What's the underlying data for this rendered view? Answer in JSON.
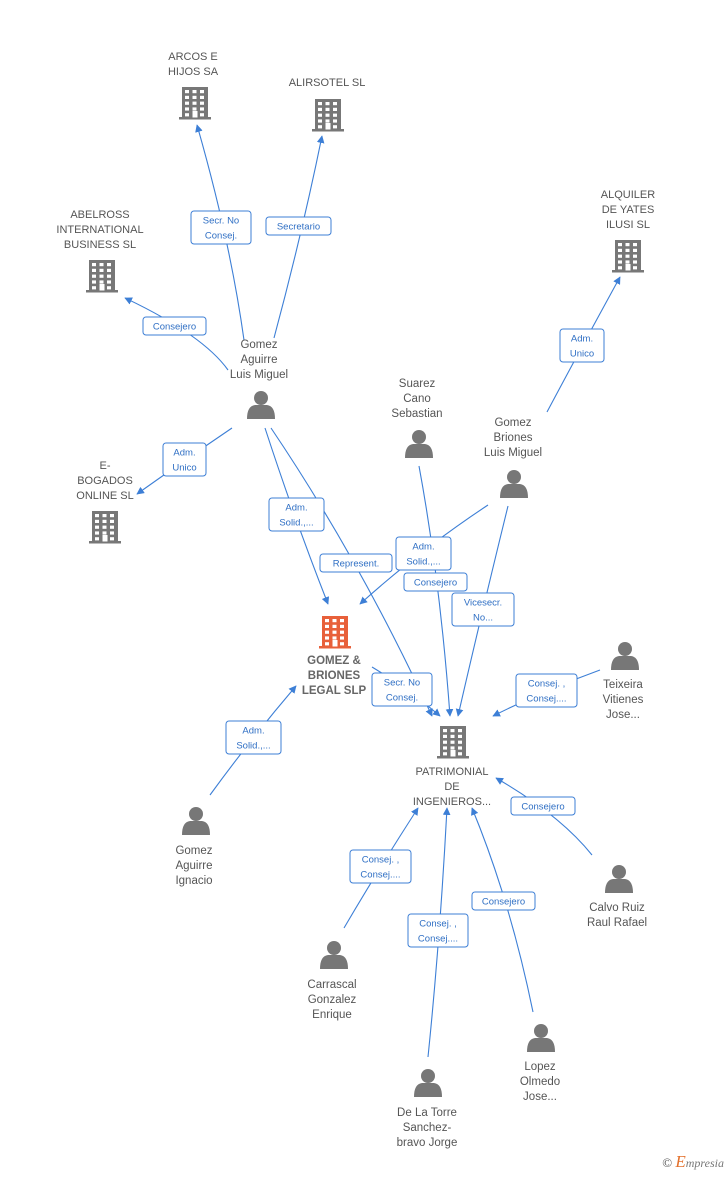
{
  "colors": {
    "edge": "#3d7fd6",
    "icon": "#777777",
    "main_company": "#e8603a"
  },
  "nodes": {
    "arcos": {
      "label": [
        "ARCOS E",
        "HIJOS SA"
      ],
      "kind": "company"
    },
    "alirsotel": {
      "label": [
        "ALIRSOTEL SL"
      ],
      "kind": "company"
    },
    "abelross": {
      "label": [
        "ABELROSS",
        "INTERNATIONAL",
        "BUSINESS SL"
      ],
      "kind": "company"
    },
    "alquiler": {
      "label": [
        "ALQUILER",
        "DE YATES",
        "ILUSI SL"
      ],
      "kind": "company"
    },
    "ebogados": {
      "label": [
        "E-",
        "BOGADOS",
        "ONLINE  SL"
      ],
      "kind": "company"
    },
    "gomez_briones_legal": {
      "label": [
        "GOMEZ &",
        "BRIONES",
        "LEGAL  SLP"
      ],
      "kind": "main"
    },
    "patrimonial": {
      "label": [
        "PATRIMONIAL",
        "DE",
        "INGENIEROS..."
      ],
      "kind": "company"
    },
    "gomez_aguirre_luis": {
      "label": [
        "Gomez",
        "Aguirre",
        "Luis Miguel"
      ],
      "kind": "person"
    },
    "suarez": {
      "label": [
        "Suarez",
        "Cano",
        "Sebastian"
      ],
      "kind": "person"
    },
    "gomez_briones_luis": {
      "label": [
        "Gomez",
        "Briones",
        "Luis Miguel"
      ],
      "kind": "person"
    },
    "teixeira": {
      "label": [
        "Teixeira",
        "Vitienes",
        "Jose..."
      ],
      "kind": "person"
    },
    "gomez_aguirre_ignacio": {
      "label": [
        "Gomez",
        "Aguirre",
        "Ignacio"
      ],
      "kind": "person"
    },
    "calvo": {
      "label": [
        "Calvo Ruiz",
        "Raul Rafael"
      ],
      "kind": "person"
    },
    "carrascal": {
      "label": [
        "Carrascal",
        "Gonzalez",
        "Enrique"
      ],
      "kind": "person"
    },
    "lopez": {
      "label": [
        "Lopez",
        "Olmedo",
        "Jose..."
      ],
      "kind": "person"
    },
    "delatorre": {
      "label": [
        "De La Torre",
        "Sanchez-",
        "bravo Jorge"
      ],
      "kind": "person"
    }
  },
  "edges": [
    {
      "from": "gomez_aguirre_luis",
      "to": "arcos",
      "role": [
        "Secr.  No",
        "Consej."
      ]
    },
    {
      "from": "gomez_aguirre_luis",
      "to": "alirsotel",
      "role": [
        "Secretario"
      ]
    },
    {
      "from": "gomez_aguirre_luis",
      "to": "abelross",
      "role": [
        "Consejero"
      ]
    },
    {
      "from": "gomez_aguirre_luis",
      "to": "ebogados",
      "role": [
        "Adm.",
        "Unico"
      ]
    },
    {
      "from": "gomez_aguirre_luis",
      "to": "gomez_briones_legal",
      "role": [
        "Adm.",
        "Solid.,..."
      ]
    },
    {
      "from": "gomez_aguirre_luis",
      "to": "patrimonial",
      "role": [
        "Represent."
      ]
    },
    {
      "from": "gomez_briones_luis",
      "to": "alquiler",
      "role": [
        "Adm.",
        "Unico"
      ]
    },
    {
      "from": "gomez_briones_luis",
      "to": "gomez_briones_legal",
      "role": [
        "Adm.",
        "Solid.,..."
      ]
    },
    {
      "from": "gomez_briones_luis",
      "to": "patrimonial",
      "role": [
        "Vicesecr.",
        "No..."
      ]
    },
    {
      "from": "suarez",
      "to": "patrimonial",
      "role": [
        "Consejero"
      ]
    },
    {
      "from": "gomez_briones_legal",
      "to": "patrimonial",
      "role": [
        "Secr.  No",
        "Consej."
      ]
    },
    {
      "from": "teixeira",
      "to": "patrimonial",
      "role": [
        "Consej. ,",
        "Consej...."
      ]
    },
    {
      "from": "gomez_aguirre_ignacio",
      "to": "gomez_briones_legal",
      "role": [
        "Adm.",
        "Solid.,..."
      ]
    },
    {
      "from": "calvo",
      "to": "patrimonial",
      "role": [
        "Consejero"
      ]
    },
    {
      "from": "carrascal",
      "to": "patrimonial",
      "role": [
        "Consej. ,",
        "Consej...."
      ]
    },
    {
      "from": "delatorre",
      "to": "patrimonial",
      "role": [
        "Consej. ,",
        "Consej...."
      ]
    },
    {
      "from": "lopez",
      "to": "patrimonial",
      "role": [
        "Consejero"
      ]
    }
  ],
  "footer": {
    "copyright": "©",
    "brand_initial": "E",
    "brand_rest": "mpresia"
  }
}
